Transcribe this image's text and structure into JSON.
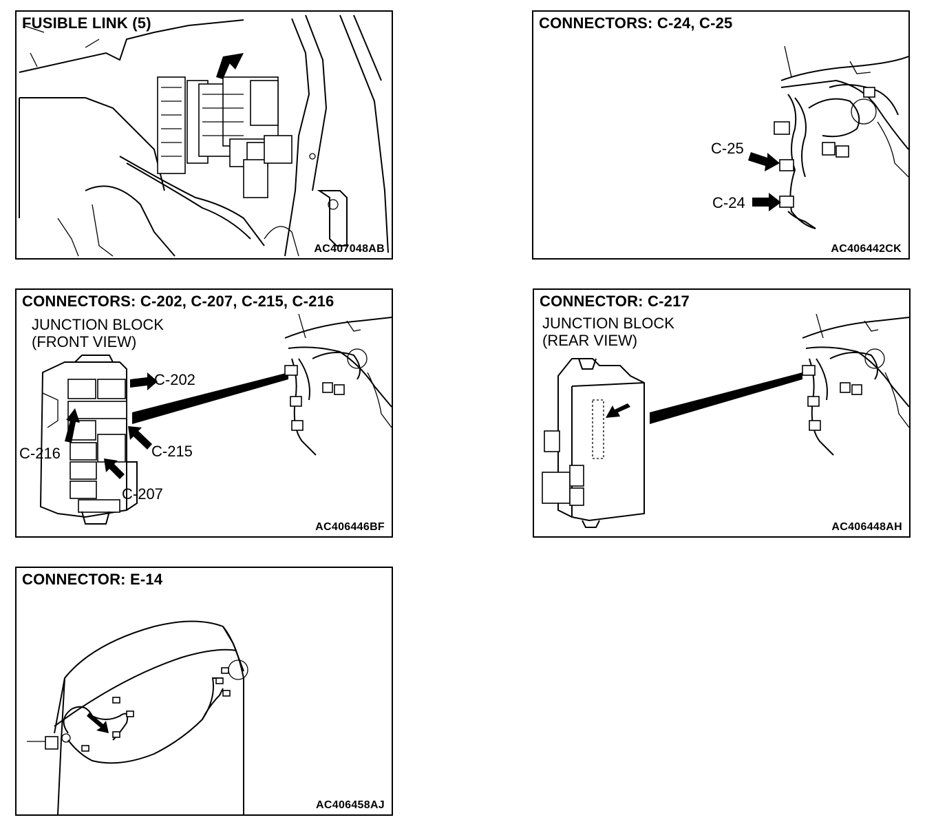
{
  "panels": [
    {
      "title": "FUSIBLE LINK (5)",
      "code": "AC407048AB"
    },
    {
      "title": "CONNECTORS: C-24, C-25",
      "code": "AC406442CK",
      "labels": [
        "C-25",
        "C-24"
      ]
    },
    {
      "title": "CONNECTORS: C-202, C-207, C-215, C-216",
      "code": "AC406446BF",
      "subtitle_line1": "JUNCTION BLOCK",
      "subtitle_line2": "(FRONT VIEW)",
      "labels": [
        "C-202",
        "C-216",
        "C-215",
        "C-207"
      ]
    },
    {
      "title": "CONNECTOR: C-217",
      "code": "AC406448AH",
      "subtitle_line1": "JUNCTION BLOCK",
      "subtitle_line2": "(REAR VIEW)"
    },
    {
      "title": "CONNECTOR: E-14",
      "code": "AC406458AJ"
    }
  ]
}
